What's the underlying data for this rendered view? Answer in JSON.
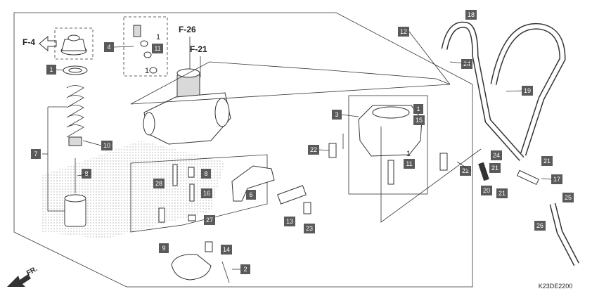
{
  "diagram": {
    "code": "K23DE2200",
    "references": {
      "f4": "F-4",
      "f26": "F-26",
      "f21": "F-21"
    },
    "front_label": "FR.",
    "qty_notes": [
      "1",
      "1",
      "1"
    ],
    "callouts": [
      "1",
      "1",
      "2",
      "3",
      "4",
      "6",
      "7",
      "8",
      "8",
      "9",
      "10",
      "11",
      "11",
      "12",
      "13",
      "14",
      "15",
      "16",
      "17",
      "18",
      "19",
      "20",
      "21",
      "21",
      "21",
      "22",
      "22",
      "23",
      "24",
      "24",
      "25",
      "26",
      "27",
      "28"
    ]
  }
}
